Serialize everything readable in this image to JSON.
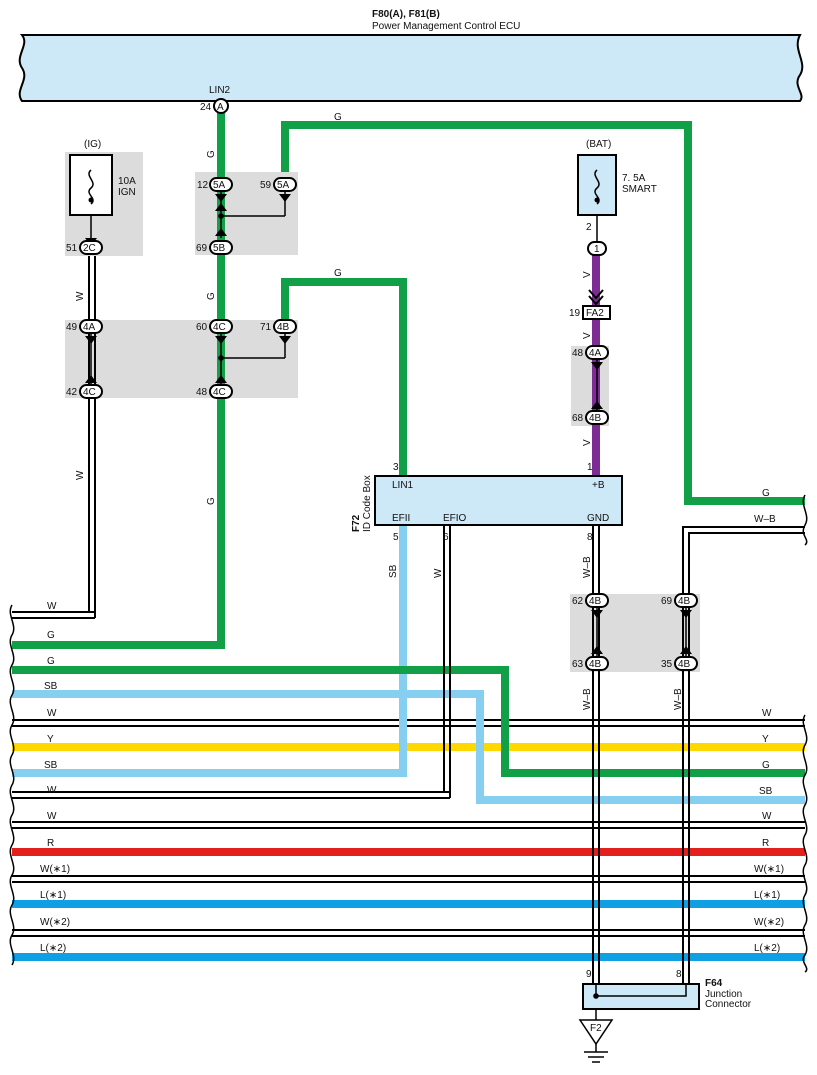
{
  "header": {
    "ecu_codes": "F80(A), F81(B)",
    "ecu_name": "Power Management Control ECU",
    "lin_label": "LIN2",
    "lin_pin": "24",
    "lin_conn": "A"
  },
  "fuse_ig": {
    "tag": "(IG)",
    "rating": "10A",
    "name": "IGN",
    "pin_label": "51",
    "conn": "2C"
  },
  "fuse_bat": {
    "tag": "(BAT)",
    "rating": "7. 5A",
    "name": "SMART",
    "pin_top": "2",
    "plug": "1"
  },
  "junction_top": {
    "left_pin": "12",
    "left_conn": "5A",
    "right_pin": "59",
    "right_conn": "5A",
    "bottom_pin": "69",
    "bottom_conn": "5B"
  },
  "junction_mid": {
    "p49": "49",
    "c49": "4A",
    "p42": "42",
    "c42": "4C",
    "p60": "60",
    "c60": "4C",
    "p71": "71",
    "c71": "4B",
    "p48": "48",
    "c48": "4C"
  },
  "bat_chain": {
    "fa_pin": "19",
    "fa_conn": "FA2",
    "p48": "48",
    "c48": "4A",
    "p68": "68",
    "c68": "4B"
  },
  "id_code_box": {
    "code": "F72",
    "name": "ID Code Box",
    "lin1": "LIN1",
    "b_plus": "+B",
    "efii": "EFII",
    "efio": "EFIO",
    "gnd": "GND",
    "pin_lin1": "3",
    "pin_b": "1",
    "pin_efii": "5",
    "pin_efio": "6",
    "pin_gnd": "8"
  },
  "junction_bottom": {
    "p62": "62",
    "c62": "4B",
    "p69": "69",
    "c69": "4B",
    "p63": "63",
    "c63": "4B",
    "p35": "35",
    "c35": "4B"
  },
  "junction_connector": {
    "code": "F64",
    "line1": "Junction",
    "line2": "Connector",
    "pin_left": "9",
    "pin_right": "8",
    "ground": "F2"
  },
  "wire_labels": {
    "g": "G",
    "w": "W",
    "v": "V",
    "sb": "SB",
    "wb": "W–B",
    "y": "Y",
    "r": "R",
    "w1": "W(∗1)",
    "l1": "L(∗1)",
    "w2": "W(∗2)",
    "l2": "L(∗2)"
  },
  "colors": {
    "green": "#11a047",
    "lightblue": "#87cff0",
    "yellow": "#ffd800",
    "red": "#e3201b",
    "blue": "#0ea0e2",
    "purple": "#7c2c93",
    "ecu_fill": "#cde8f6",
    "splice_gray": "#dcdcdc"
  }
}
